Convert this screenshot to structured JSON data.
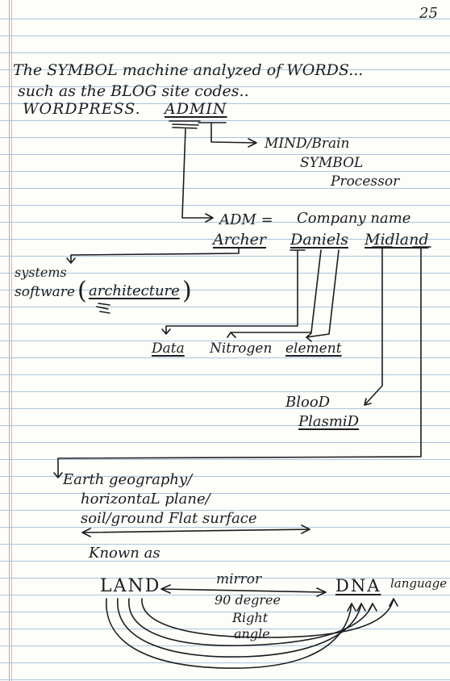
{
  "page_number": "25",
  "lines": {
    "l1": "The SYMBOL machine analyzed of WORDS...",
    "l2": "such as the BLOG site codes..",
    "l3_a": "WORDPRESS.",
    "l3_b": "ADMIN",
    "mind_1": "MIND/Brain",
    "mind_2": "SYMBOL",
    "mind_3": "Processor",
    "adm_1": "ADM =",
    "adm_2": "Company name",
    "archer": "Archer",
    "daniels": "Daniels",
    "midland": "Midland",
    "systems": "systems",
    "software": "software",
    "architecture": "architecture",
    "data": "Data",
    "nitrogen": "Nitrogen",
    "element": "element",
    "blood": "BlooD",
    "plasmid": "PlasmiD",
    "earth_1": "Earth geography/",
    "earth_2": "horizontaL plane/",
    "earth_3": "soil/ground Flat surface",
    "known": "Known as",
    "land": "LAND",
    "mirror": "mirror",
    "deg_1": "90 degree",
    "deg_2": "Right",
    "deg_3": "angle",
    "dna": "DNA",
    "language": "language"
  }
}
